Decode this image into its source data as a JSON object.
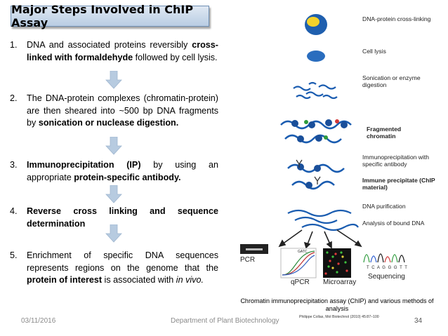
{
  "slide": {
    "title": "Major Steps Involved in ChIP Assay",
    "steps": [
      {
        "num": "1.",
        "parts": [
          {
            "t": "DNA and associated proteins reversibly ",
            "s": "normal"
          },
          {
            "t": "cross-linked with formaldehyde",
            "s": "bold"
          },
          {
            "t": " followed by cell lysis.",
            "s": "normal"
          }
        ]
      },
      {
        "num": "2.",
        "parts": [
          {
            "t": "The DNA-protein complexes (chromatin-protein) are then sheared into ~500 bp DNA fragments by ",
            "s": "normal"
          },
          {
            "t": "sonication or nuclease digestion.",
            "s": "bold"
          }
        ]
      },
      {
        "num": "3.",
        "parts": [
          {
            "t": "Immunoprecipitation (IP)",
            "s": "bold"
          },
          {
            "t": " by using an appropriate ",
            "s": "normal"
          },
          {
            "t": "protein-specific antibody.",
            "s": "bold"
          }
        ]
      },
      {
        "num": "4.",
        "parts": [
          {
            "t": "Reverse cross linking and sequence determination",
            "s": "bold"
          }
        ]
      },
      {
        "num": "5.",
        "parts": [
          {
            "t": "Enrichment of specific DNA sequences represents regions on the genome that the ",
            "s": "normal"
          },
          {
            "t": "protein of interest",
            "s": "bold"
          },
          {
            "t": " is associated with ",
            "s": "normal"
          },
          {
            "t": "in vivo.",
            "s": "italic"
          }
        ]
      }
    ],
    "diagram_labels": {
      "crosslinking": "DNA-protein cross-linking",
      "lysis": "Cell lysis",
      "sonication": "Sonication or enzyme digestion",
      "fragmented": "Fragmented chromatin",
      "ip": "Immunoprecipitation with specific antibody",
      "immune": "Immune precipitate (ChIP material)",
      "purification": "DNA purification",
      "analysis": "Analysis of bound DNA",
      "pcr": "PCR",
      "qpcr": "qPCR",
      "microarray": "Microarray",
      "sequencing": "Sequencing",
      "gatc": "GATC",
      "seq_letters": "T C A G G G T T"
    },
    "caption": "Chromatin immunoprecipitation assay (ChIP) and various methods of analysis",
    "citation": "Philippe Collas, Mol Biotechnol (2010) 45:87–100"
  },
  "footer": {
    "date": "03/11/2016",
    "department": "Department of Plant Biotechnology",
    "page": "34"
  },
  "colors": {
    "title_border": "#6f8fb3",
    "arrow_fill": "#b7cbe0",
    "cell_blue": "#1f5fae",
    "nucleus_yellow": "#f4d22b",
    "dna_blue": "#1a5cb0",
    "footer_gray": "#8a8a8a"
  }
}
